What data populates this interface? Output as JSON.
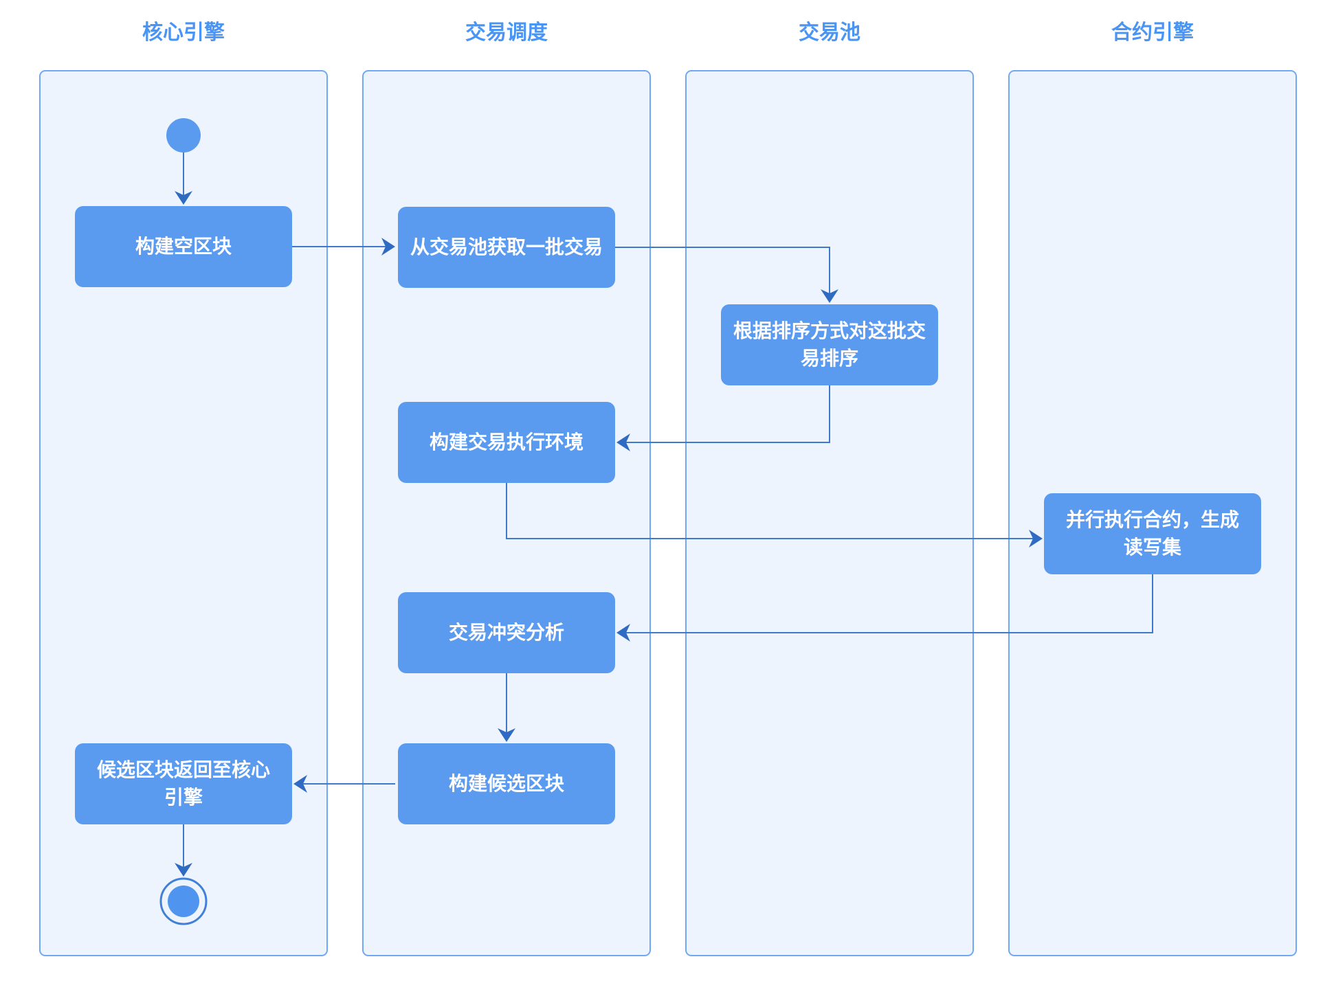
{
  "diagram_type": "swimlane-activity-diagram",
  "lanes": [
    {
      "label": "核心引擎"
    },
    {
      "label": "交易调度"
    },
    {
      "label": "交易池"
    },
    {
      "label": "合约引擎"
    }
  ],
  "nodes": {
    "build_empty_block": {
      "label": "构建空区块",
      "lane": "核心引擎"
    },
    "fetch_tx_batch": {
      "label": "从交易池获取一批交易",
      "lane": "交易调度"
    },
    "sort_tx_batch": {
      "label": "根据排序方式对这批交\n易排序",
      "lane": "交易池"
    },
    "build_exec_env": {
      "label": "构建交易执行环境",
      "lane": "交易调度"
    },
    "parallel_exec": {
      "label": "并行执行合约，生成\n读写集",
      "lane": "合约引擎"
    },
    "conflict_analysis": {
      "label": "交易冲突分析",
      "lane": "交易调度"
    },
    "build_candidate_block": {
      "label": "构建候选区块",
      "lane": "交易调度"
    },
    "return_candidate_block": {
      "label": "候选区块返回至核心\n引擎",
      "lane": "核心引擎"
    }
  },
  "flow_order": [
    "start",
    "build_empty_block",
    "fetch_tx_batch",
    "sort_tx_batch",
    "build_exec_env",
    "parallel_exec",
    "conflict_analysis",
    "build_candidate_block",
    "return_candidate_block",
    "end"
  ],
  "colors": {
    "node_fill": "#5a9bf0",
    "node_text": "#ffffff",
    "lane_fill": "#eef4fd",
    "lane_border": "#71a8f4",
    "lane_title_text": "#4a95f3",
    "connector_line": "#3e79cc",
    "arrowhead": "#2f6bc2",
    "background": "#ffffff"
  }
}
